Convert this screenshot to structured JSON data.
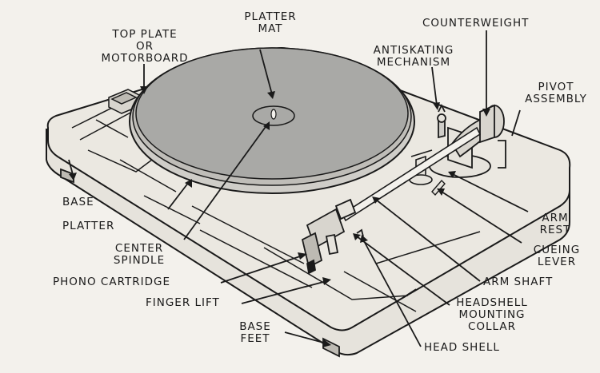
{
  "labels": {
    "top_plate": [
      "TOP PLATE",
      "OR",
      "MOTORBOARD"
    ],
    "platter_mat": [
      "PLATTER",
      "MAT"
    ],
    "counterweight": [
      "COUNTERWEIGHT"
    ],
    "antiskating": [
      "ANTISKATING",
      "MECHANISM"
    ],
    "pivot_assembly": [
      "PIVOT",
      "ASSEMBLY"
    ],
    "base": [
      "BASE"
    ],
    "platter": [
      "PLATTER"
    ],
    "arm_rest": [
      "ARM",
      "REST"
    ],
    "center_spindle": [
      "CENTER",
      "SPINDLE"
    ],
    "cueing_lever": [
      "CUEING",
      "LEVER"
    ],
    "phono_cartridge": [
      "PHONO CARTRIDGE"
    ],
    "arm_shaft": [
      "ARM SHAFT"
    ],
    "finger_lift": [
      "FINGER LIFT"
    ],
    "headshell_collar": [
      "HEADSHELL",
      "MOUNTING",
      "COLLAR"
    ],
    "base_feet": [
      "BASE",
      "FEET"
    ],
    "head_shell": [
      "HEAD SHELL"
    ]
  },
  "colors": {
    "line": "#1a1a1a",
    "mat": "#a9a9a6",
    "platter_rim": "#cfcdc8",
    "plinth": "#e6e3dc",
    "background": "#f3f1ec"
  }
}
